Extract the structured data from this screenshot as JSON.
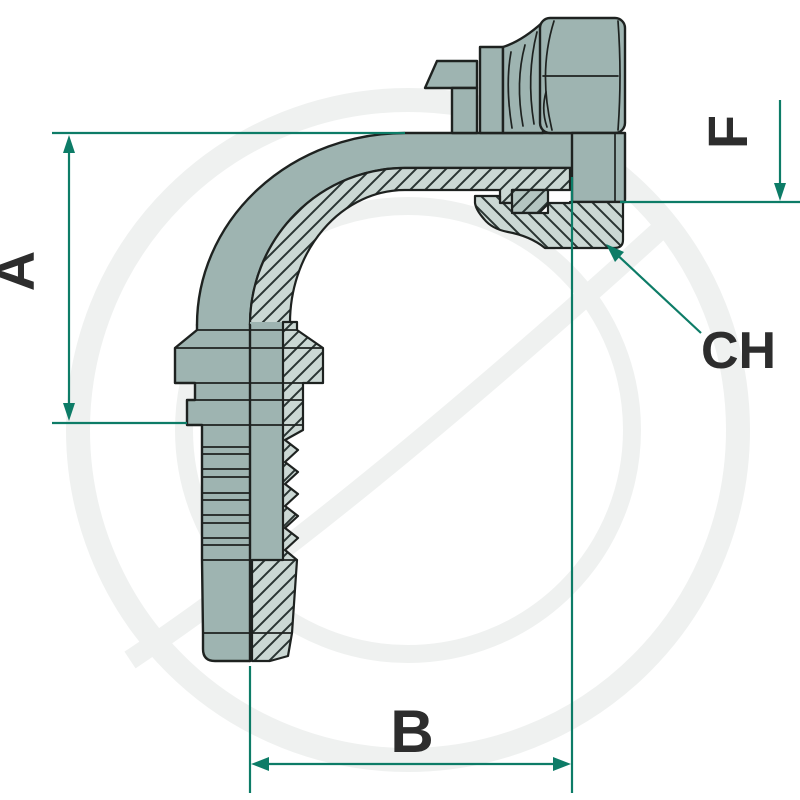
{
  "labels": {
    "a": "A",
    "b": "B",
    "f": "F",
    "ch": "CH"
  },
  "colors": {
    "body": "#9eb4b1",
    "section_fill": "#cbd8d4",
    "section_fill_alt": "#b4c5c1",
    "outline": "#1e2220",
    "dimension_line": "#0d7c67",
    "label_text": "#2d2d2d",
    "watermark": "#eff1f0",
    "background": "#ffffff"
  }
}
